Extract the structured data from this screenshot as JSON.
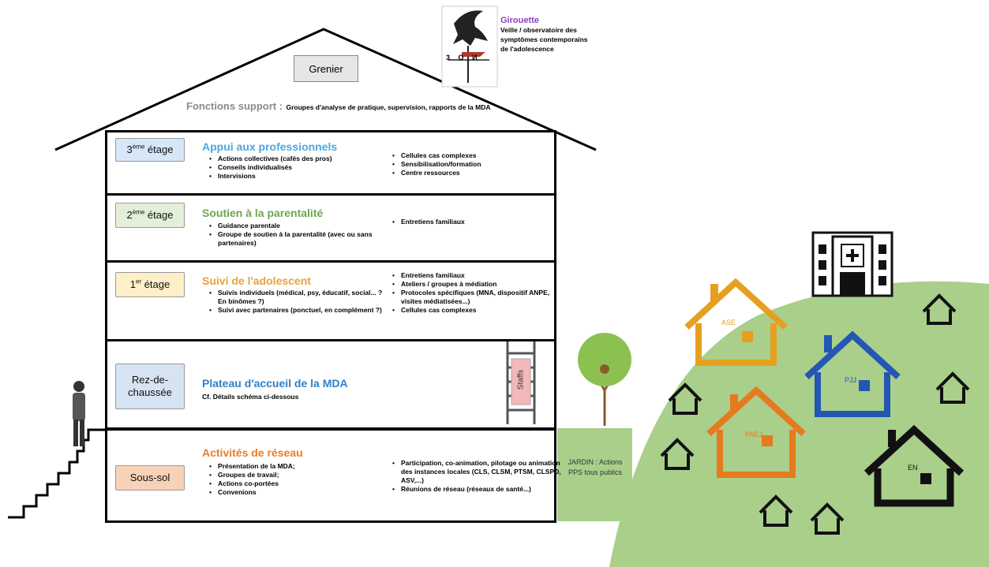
{
  "attic": {
    "label": "Grenier",
    "support_title": "Fonctions support :",
    "support_text": "Groupes d'analyse de pratique, supervision, rapports de la MDA"
  },
  "weathervane": {
    "title": "Girouette",
    "text": "Veille / observatoire des symptômes contemporains de l'adolescence",
    "compass_letters": [
      "3",
      "O",
      "И"
    ],
    "icon": "eagle-weathervane-icon"
  },
  "floors": [
    {
      "label_main": "3",
      "label_sup": "ème",
      "label_rest": " étage",
      "label_bg": "#d6e7f8",
      "title": "Appui aux professionnels",
      "title_color": "#4aa8e0",
      "left_items": [
        "Actions collectives (cafés des pros)",
        "Conseils individualisés",
        "Intervisions"
      ],
      "right_items": [
        "Cellules cas complexes",
        "Sensibilisation/formation",
        "Centre ressources"
      ]
    },
    {
      "label_main": "2",
      "label_sup": "ème",
      "label_rest": " étage",
      "label_bg": "#e3efd8",
      "title": "Soutien à la parentalité",
      "title_color": "#6aa84f",
      "left_items": [
        "Guidance parentale",
        "Groupe de soutien à la parentalité (avec ou sans partenaires)"
      ],
      "right_items": [
        "Entretiens familiaux"
      ]
    },
    {
      "label_main": "1",
      "label_sup": "er",
      "label_rest": " étage",
      "label_bg": "#fdf0c8",
      "title": "Suivi de l'adolescent",
      "title_color": "#e8a23a",
      "left_items": [
        "Suivis individuels (médical, psy, éducatif, social... ? En binômes ?)",
        "Suivi avec partenaires (ponctuel, en complément ?)"
      ],
      "right_items": [
        "Entretiens familiaux",
        "Ateliers / groupes à médiation",
        "Protocoles spécifiques (MNA, dispositif ANPE, visites médiatisées...)",
        "Cellules cas complexes"
      ]
    },
    {
      "label_main": "Rez-de-chaussée",
      "label_sup": "",
      "label_rest": "",
      "label_bg": "#d6e3f2",
      "title": "Plateau d'accueil de la MDA",
      "title_color": "#2f80c8",
      "left_text": "Cf. Détails schéma ci-dessous",
      "ladder_label": "Staffs"
    },
    {
      "label_main": "Sous-sol",
      "label_sup": "",
      "label_rest": "",
      "label_bg": "#f8d2b6",
      "title": "Activités de réseau",
      "title_color": "#ea7d25",
      "left_items": [
        "Présentation de la MDA;",
        "Groupes de travail;",
        "Actions co-portées",
        "Convenions"
      ],
      "right_items": [
        "Participation, co-animation, pilotage ou animation des instances locales (CLS, CLSM, PTSM, CLSPD, ASV,...)",
        "Réunions de réseau (réseaux de santé...)"
      ]
    }
  ],
  "garden": {
    "text": "JARDIN : Actions PPS tous publics",
    "icon": "tree-icon"
  },
  "neighborhood": {
    "houses": [
      "ASE",
      "PJJ",
      "PAEJ",
      "EN"
    ],
    "colors": {
      "ASE": "#e6a020",
      "PJJ": "#2456b3",
      "PAEJ": "#e67a1e",
      "EN": "#111111"
    },
    "hospital_icon": "hospital-icon",
    "hill_color": "#a9cf8b"
  }
}
